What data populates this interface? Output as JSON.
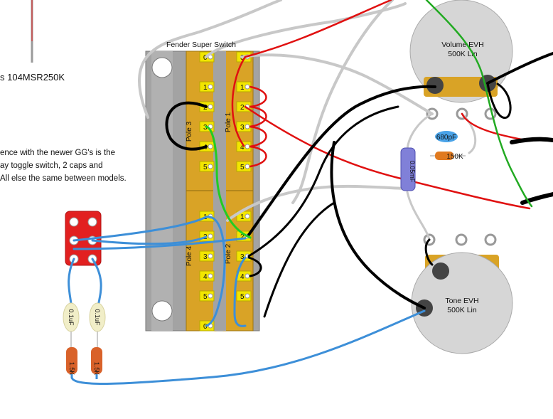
{
  "part_number": "s 104MSR250K",
  "note_lines": [
    "ence with the newer GG's is the",
    "ay toggle switch, 2 caps and",
    "All else the same between models."
  ],
  "switch": {
    "title": "Fender Super Switch",
    "poles": [
      "Pole 3",
      "Pole 1",
      "Pole 4",
      "Pole 2"
    ],
    "lug_numbers": [
      "0",
      "1",
      "2",
      "3",
      "4",
      "5"
    ]
  },
  "volume_pot": {
    "name": "Volume EVH",
    "value": "500K Lin"
  },
  "tone_pot": {
    "name": "Tone EVH",
    "value": "500K Lin"
  },
  "components": {
    "cap_680": "680pF",
    "res_150": "150K",
    "cap_005": "0.05mF",
    "cap_01_a": "0.1uF",
    "cap_01_b": "0.1uF",
    "res_15_a": "1.5K",
    "res_15_b": "1.5K"
  },
  "colors": {
    "wire_red": "#e01010",
    "wire_black": "#000000",
    "wire_white": "#d6d6d6",
    "wire_green": "#22cc22",
    "wire_blue": "#3d8fd8",
    "switch_body": "#a3a3a3",
    "switch_strip": "#d9a326",
    "lug_yellow": "#f2e600",
    "pot_body": "#d6d6d6",
    "toggle_red": "#e22020"
  }
}
